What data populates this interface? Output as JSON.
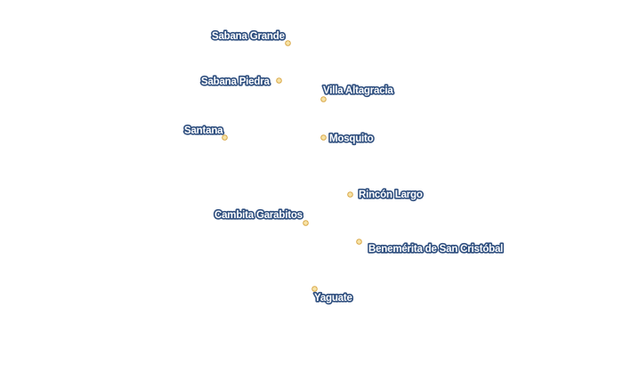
{
  "map": {
    "places": [
      {
        "id": "sabana-grande",
        "name": "Sabana Grande"
      },
      {
        "id": "sabana-piedra",
        "name": "Sabana Piedra"
      },
      {
        "id": "villa-altagracia",
        "name": "Villa Altagracia"
      },
      {
        "id": "santana",
        "name": "Santana"
      },
      {
        "id": "mosquito",
        "name": "Mosquito"
      },
      {
        "id": "rincon-largo",
        "name": "Rincón Largo"
      },
      {
        "id": "cambita-garabitos",
        "name": "Cambita Garabitos"
      },
      {
        "id": "benemerita-de-san-cristobal",
        "name": "Benemérita de San Cristóbal"
      },
      {
        "id": "yaguate",
        "name": "Yaguate"
      }
    ],
    "colors": {
      "dot_fill": "#f7e3a6",
      "dot_stroke": "#d9a94a",
      "label_fill": "#ffffff",
      "label_halo": "#2f4f7f"
    }
  }
}
